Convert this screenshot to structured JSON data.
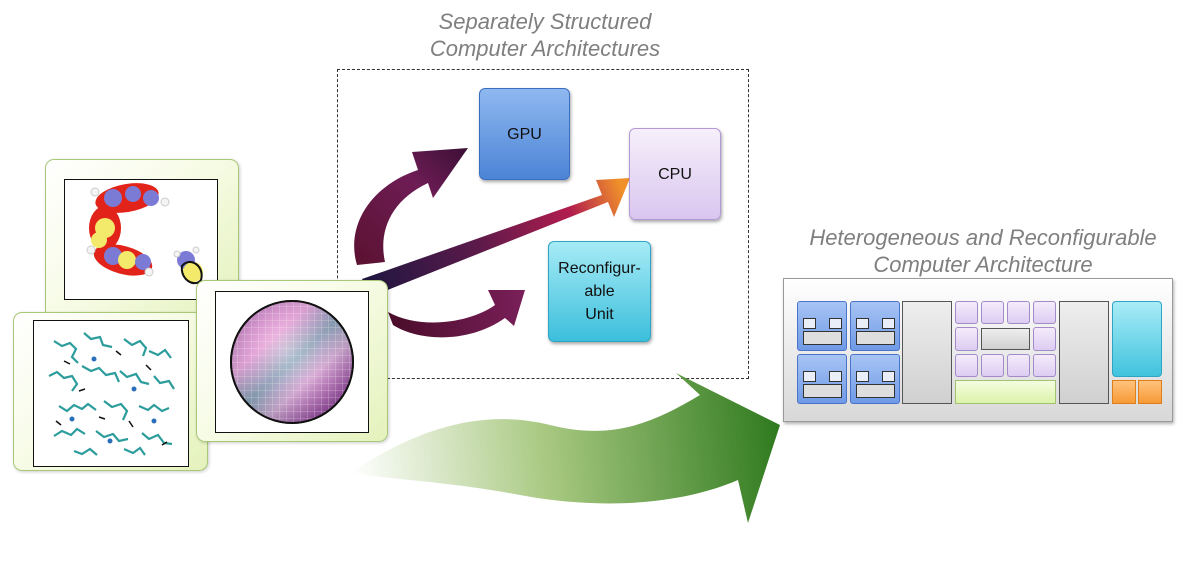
{
  "titles": {
    "separate_line1": "Separately Structured",
    "separate_line2": "Computer Architectures",
    "hetero_line1": "Heterogeneous and Reconfigurable",
    "hetero_line2": "Computer Architecture"
  },
  "units": {
    "gpu": "GPU",
    "cpu": "CPU",
    "reconf_line1": "Reconfigur-",
    "reconf_line2": "able",
    "reconf_line3": "Unit"
  },
  "colors": {
    "gpu": "#4c84d6",
    "cpu": "#d9c6ef",
    "reconfigurable": "#3cbfdc",
    "big_arrow": "#3a7d22",
    "small_arrows": "#6e1a4c",
    "card_fill": "#e4f2bc"
  },
  "icons": {
    "molecule": "molecule-structure-image",
    "crystal": "molecular-crystal-image",
    "wafer": "silicon-wafer-image"
  }
}
